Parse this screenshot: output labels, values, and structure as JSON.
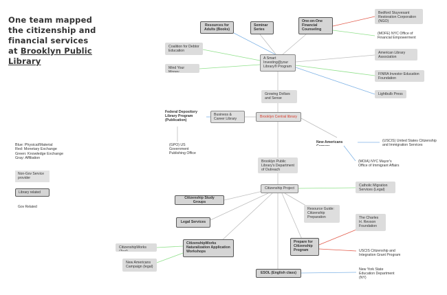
{
  "title": {
    "line1": "One team mapped",
    "line2": "the citizenship and",
    "line3": "financial services",
    "line4_prefix": "at ",
    "line4_link": "Brooklyn Public",
    "line5": "Library"
  },
  "legend": {
    "line1": "Blue: Physical/Material",
    "line2": "Red: Monetary Exchange",
    "line3": "Green: Knowledge Exchange",
    "line4": "Gray: Affiliation",
    "non_gov": "Non-Gov Service provider",
    "library": "Library related",
    "gov": "Gov Related"
  },
  "colors": {
    "blue": "#7fb3e6",
    "red": "#e25b4b",
    "green": "#8fe08a",
    "gray": "#bdbdbd"
  },
  "nodes": {
    "resources": "Resources for Adults (Books)",
    "seminar": "Seminar Series",
    "one_on_one": "One-on-One Financial Counseling",
    "bedford": "Bedford Stuyvesant Restoration Corporation (NGO)",
    "mofe": "(MOFE) NYC Office of Financial Empowerment",
    "coalition": "Coalition for Debtor Education",
    "smart": "A Smart Investing@your Library® Program",
    "ala": "American Library Association",
    "mind": "Mind Your Money",
    "finra": "FINRA Investor Education Foundation",
    "lightbulb": "Lightbulb Press",
    "growing": "Growing Dollars and Sense",
    "fdlp": "Federal Depository Library Program (Publication)",
    "business": "Business & Career Library",
    "central": "Brooklyn Central library",
    "gpo": "(GPO) US Government Publishing Office",
    "uscis1": "(USCIS) United States Citizenship and Immigration Services",
    "new_americans": "New Americans Corners",
    "outreach": "Brooklyn Public Library's Department of Outreach Services",
    "moia": "(MOIA) NYC Mayor's Office of Immigrant Affairs",
    "citizenship_project": "Citizenship Project",
    "catholic": "Catholic Migration Services (Legal)",
    "study_groups": "Citizenship Study Groups",
    "resource_guide": "Resource Guide: Citizenship Preparation",
    "reason": "The Charles H. Revson Foundation",
    "legal": "Legal Services",
    "cw_tool": "CitizenshipWorks (Tool)",
    "cw_workshops": "CitizenshipWorks Naturalization Application Workshops",
    "prepare": "Prepare for Citizenship Program",
    "uscis2": "USCIS Citizenship and Integration Grant Program",
    "na_campaign": "New Americans Campaign (legal)",
    "esol": "ESOL (English class)",
    "nysed": "New York State Education Department (NY)"
  }
}
